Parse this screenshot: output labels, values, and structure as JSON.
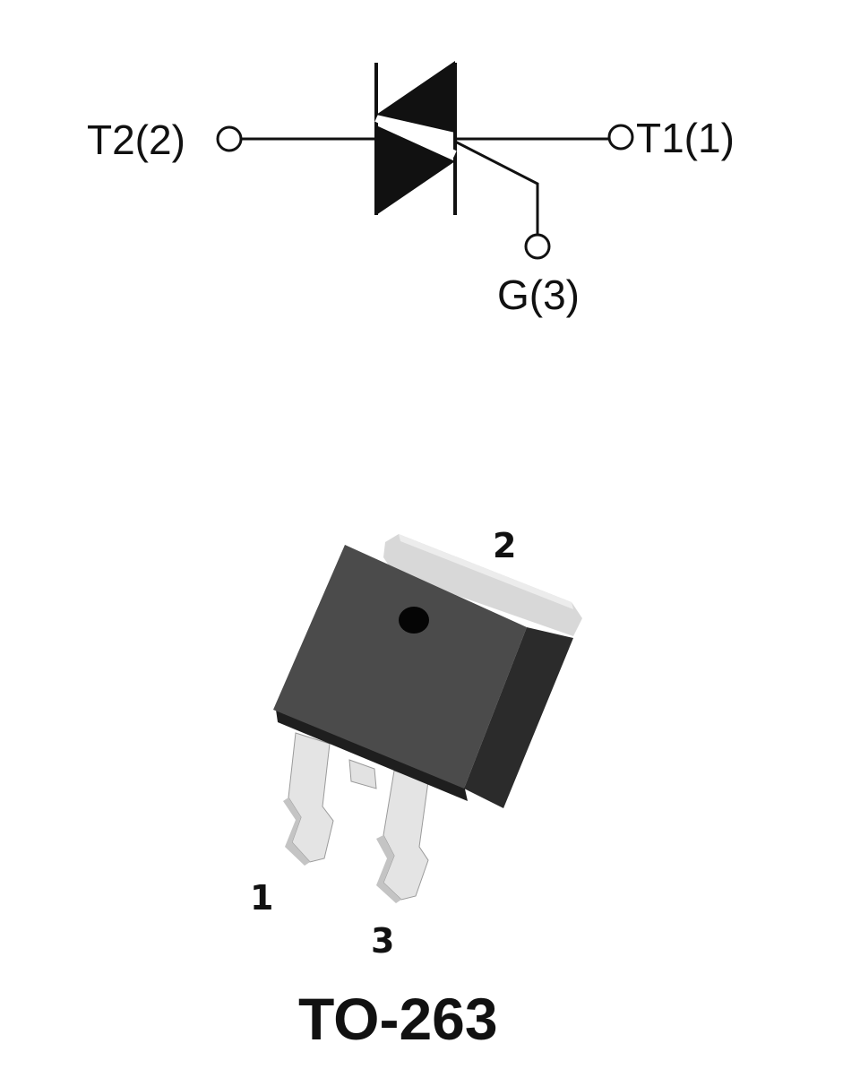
{
  "symbol": {
    "terminal_t2": "T2(2)",
    "terminal_t1": "T1(1)",
    "terminal_gate": "G(3)"
  },
  "package": {
    "pin_1": "1",
    "pin_2": "2",
    "pin_3": "3",
    "name": "TO-263"
  },
  "colors": {
    "ink": "#111111",
    "body_front": "#4a4a4a",
    "body_side": "#2b2b2b",
    "tab": "#d6d6d6",
    "leads": "#e0e0e0"
  }
}
